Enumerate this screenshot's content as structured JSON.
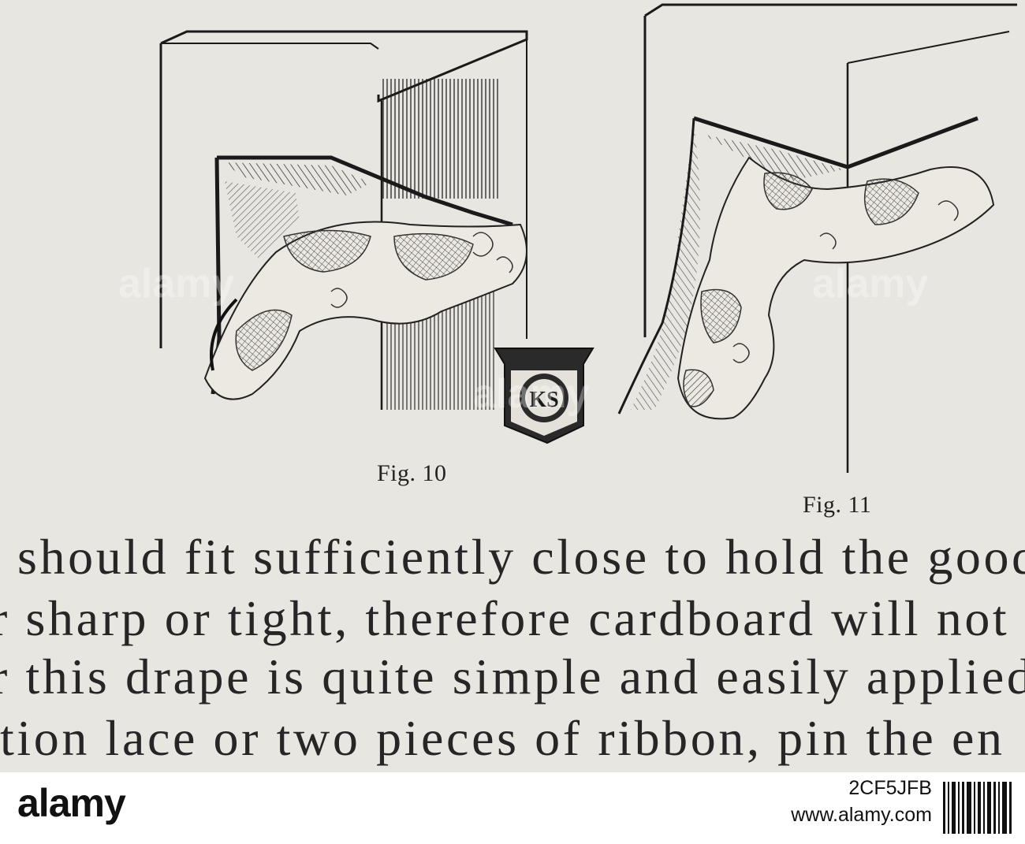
{
  "figures": [
    {
      "caption": "Fig. 10"
    },
    {
      "caption": "Fig. 11"
    }
  ],
  "body_text": {
    "line1": "should fit sufficiently close to hold the goods",
    "line2": "r sharp or tight, therefore cardboard will not",
    "line3": "r this drape is quite simple and easily applied",
    "line4": "tion lace or two pieces of ribbon, pin the en"
  },
  "emblem": {
    "monogram": "KS",
    "icon": "shield-monogram-icon"
  },
  "footer": {
    "brand": "alamy",
    "image_id": "2CF5JFB",
    "url": "www.alamy.com"
  },
  "watermark": {
    "text": "alamy"
  },
  "colors": {
    "paper": "#e8e6e1",
    "ink": "#262626",
    "footer_bg": "#ffffff"
  }
}
